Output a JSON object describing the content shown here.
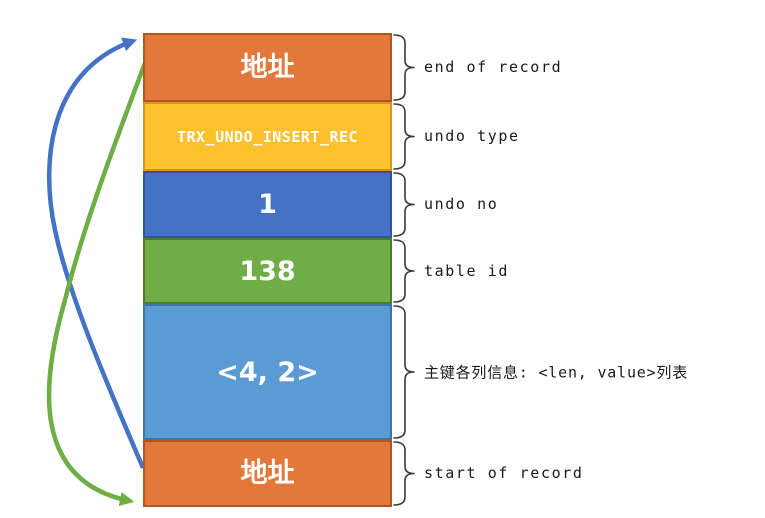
{
  "diagram": {
    "description": "undo log record layout",
    "boxes": [
      {
        "value": "地址",
        "field_label": "end of record",
        "fill": "#E2793A",
        "border": "#B0561F"
      },
      {
        "value": "TRX_UNDO_INSERT_REC",
        "field_label": "undo type",
        "fill": "#FDC12E",
        "border": "#D8941F"
      },
      {
        "value": "1",
        "field_label": "undo no",
        "fill": "#4472C4",
        "border": "#2F5597"
      },
      {
        "value": "138",
        "field_label": "table id",
        "fill": "#70AD47",
        "border": "#4E7A31"
      },
      {
        "value": "<4, 2>",
        "field_label": "主键各列信息: <len, value>列表",
        "fill": "#5B9BD5",
        "border": "#3F74A3"
      },
      {
        "value": "地址",
        "field_label": "start of record",
        "fill": "#E2793A",
        "border": "#B0561F"
      }
    ],
    "arrows": [
      {
        "id": "blue-arrow",
        "color": "#4472C4"
      },
      {
        "id": "green-arrow",
        "color": "#6FAD45"
      }
    ],
    "colors": {
      "bracket": "#3A3A3A",
      "label_text": "#1A1A1A",
      "box_text": "#FFFFFF",
      "background": "#FFFFFF"
    }
  }
}
